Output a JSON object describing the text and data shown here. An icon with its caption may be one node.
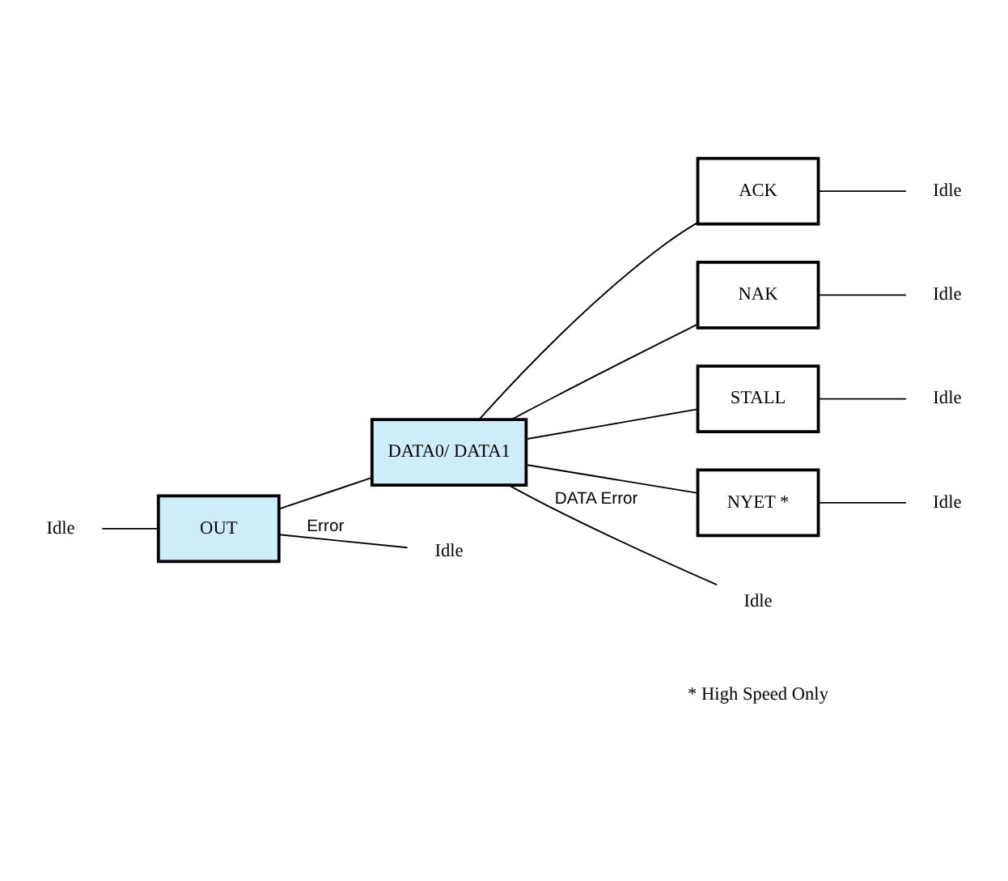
{
  "diagram": {
    "nodes": [
      {
        "text": [
          "Idle"
        ]
      },
      {
        "text": [
          "OUT"
        ]
      },
      {
        "text": [
          "DATA0/ DATA1"
        ]
      },
      {
        "text": [
          "ACK"
        ]
      },
      {
        "text": [
          "NAK"
        ]
      },
      {
        "text": [
          "STALL"
        ]
      },
      {
        "text": [
          "NYET *"
        ]
      },
      {
        "text": [
          "Idle"
        ]
      },
      {
        "text": [
          "Idle"
        ]
      },
      {
        "text": [
          "Idle"
        ]
      },
      {
        "text": [
          "Idle"
        ]
      },
      {
        "text": [
          "Idle"
        ]
      },
      {
        "text": [
          "Idle"
        ]
      }
    ],
    "edges": [
      {
        "from": 0,
        "to": 1,
        "arrow": "none"
      },
      {
        "from": 1,
        "to": 2,
        "arrow": "none"
      },
      {
        "from": 1,
        "to": 7,
        "arrow": "none",
        "label": "Error"
      },
      {
        "from": 2,
        "to": 3,
        "arrow": "none"
      },
      {
        "from": 2,
        "to": 4,
        "arrow": "none"
      },
      {
        "from": 2,
        "to": 5,
        "arrow": "none"
      },
      {
        "from": 2,
        "to": 6,
        "arrow": "none"
      },
      {
        "from": 2,
        "to": 12,
        "arrow": "none",
        "label": "DATA Error"
      },
      {
        "from": 3,
        "to": 8,
        "arrow": "none"
      },
      {
        "from": 4,
        "to": 9,
        "arrow": "none"
      },
      {
        "from": 5,
        "to": 10,
        "arrow": "none"
      },
      {
        "from": 6,
        "to": 11,
        "arrow": "none"
      }
    ],
    "labels": [
      "* High Speed Only"
    ]
  }
}
